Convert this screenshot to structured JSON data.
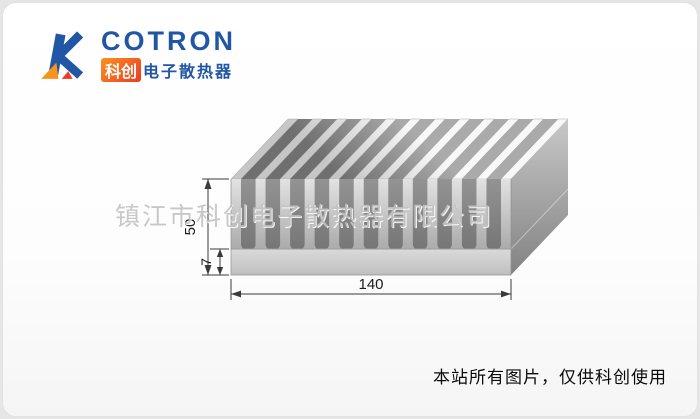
{
  "logo": {
    "brand": "COTRON",
    "cn_highlight": "科创",
    "cn_rest": "电子散热器"
  },
  "drawing": {
    "dim_height": "50",
    "dim_base": "7",
    "dim_width": "140"
  },
  "watermark": "镇江市科创电子散热器有限公司",
  "footer": {
    "notice": "本站所有图片，仅供科创使用"
  },
  "colors": {
    "brand_blue": "#2156a5",
    "brand_orange": "#f7931e",
    "brand_red": "#ed3b24"
  }
}
